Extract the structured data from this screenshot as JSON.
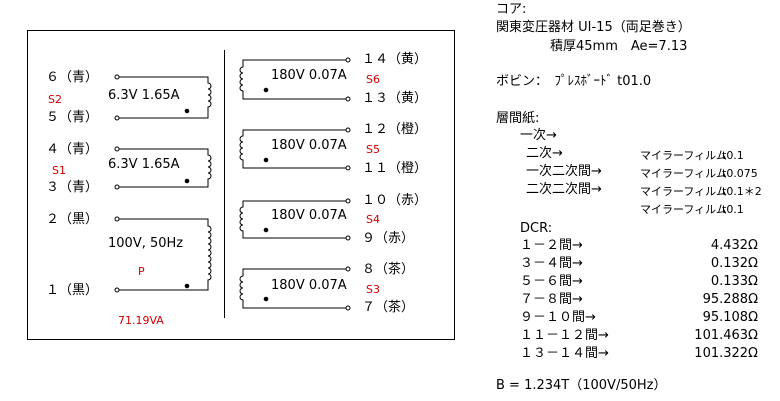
{
  "primary": {
    "terminals": {
      "top": "２（黒）",
      "bottom": "１（黒）"
    },
    "spec": "100V, 50Hz",
    "tag": "P",
    "total_va": "71.19VA"
  },
  "low_voltage_windings": [
    {
      "tag": "S2",
      "top": "６（青）",
      "bottom": "５（青）",
      "spec": "6.3V 1.65A"
    },
    {
      "tag": "S1",
      "top": "４（青）",
      "bottom": "３（青）",
      "spec": "6.3V 1.65A"
    }
  ],
  "high_voltage_windings": [
    {
      "tag": "S6",
      "top": "１４（黄）",
      "bottom": "１３（黄）",
      "spec": "180V 0.07A"
    },
    {
      "tag": "S5",
      "top": "１２（橙）",
      "bottom": "１１（橙）",
      "spec": "180V 0.07A"
    },
    {
      "tag": "S4",
      "top": "１０（赤）",
      "bottom": "９（赤）",
      "spec": "180V 0.07A"
    },
    {
      "tag": "S3",
      "top": "８（茶）",
      "bottom": "７（茶）",
      "spec": "180V 0.07A"
    }
  ],
  "core": {
    "heading": "コア:",
    "line1": "関東変圧器材 UI-15（両足巻き）",
    "line2": "積厚45mm　Ae=7.13"
  },
  "bobbin": "ボビン：　ﾌﾟﾚｽﾎﾞｰﾄﾞ t01.0",
  "interlayer": {
    "heading": "層間紙:",
    "rows": [
      {
        "label": "一次→",
        "material": "",
        "thickness": ""
      },
      {
        "label": "二次→",
        "material": "マイラーフィルム",
        "thickness": "t0.1"
      },
      {
        "label": "一次二次間→",
        "material": "マイラーフィルム",
        "thickness": "t0.075"
      },
      {
        "label": "二次二次間→",
        "material": "マイラーフィルム",
        "thickness": "t0.1＊2"
      },
      {
        "label": "",
        "material": "マイラーフィルム",
        "thickness": "t0.1"
      }
    ]
  },
  "dcr": {
    "heading": "DCR:",
    "rows": [
      {
        "label": "１－２間→",
        "value": "4.432Ω"
      },
      {
        "label": "３－４間→",
        "value": "0.132Ω"
      },
      {
        "label": "５－６間→",
        "value": "0.133Ω"
      },
      {
        "label": "７－８間→",
        "value": "95.288Ω"
      },
      {
        "label": "９－１０間→",
        "value": "95.108Ω"
      },
      {
        "label": "１１－１２間→",
        "value": "101.463Ω"
      },
      {
        "label": "１３－１４間→",
        "value": "101.322Ω"
      }
    ]
  },
  "flux": "B = 1.234T（100V/50Hz）"
}
